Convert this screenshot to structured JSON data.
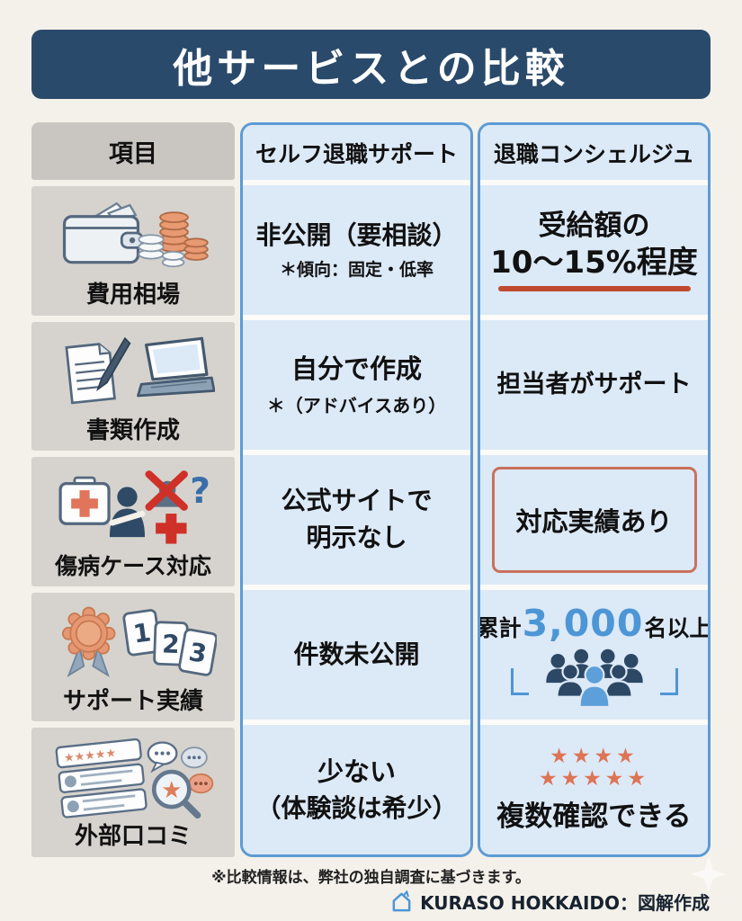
{
  "title": "他サービスとの比較",
  "table": {
    "item_header": "項目",
    "self_header": "セルフ退職サポート",
    "concierge_header": "退職コンシェルジュ",
    "rows": [
      {
        "item": "費用相場",
        "icon": "wallet-coins-icon",
        "self_main": "非公開（要相談）",
        "self_sub": "＊傾向：固定・低率",
        "concierge_line1": "受給額の",
        "concierge_line2": "10〜15%程度"
      },
      {
        "item": "書類作成",
        "icon": "document-laptop-icon",
        "self_main": "自分で作成",
        "self_sub": "＊（アドバイスあり）",
        "concierge_main": "担当者がサポート"
      },
      {
        "item": "傷病ケース対応",
        "icon": "injury-case-icon",
        "self_line1": "公式サイトで",
        "self_line2": "明示なし",
        "concierge_boxed": "対応実績あり"
      },
      {
        "item": "サポート実績",
        "icon": "award-count-icon",
        "self_main": "件数未公開",
        "concierge_prefix": "累計",
        "concierge_number": "3,000",
        "concierge_suffix": "名以上"
      },
      {
        "item": "外部口コミ",
        "icon": "reviews-icon",
        "self_line1": "少ない",
        "self_line2": "（体験談は希少）",
        "concierge_stars_top": "★★★★",
        "concierge_stars_bottom": "★★★★★",
        "concierge_main": "複数確認できる"
      }
    ]
  },
  "icon_glyphs": {
    "question_mark": "?",
    "card_numbers": [
      "1",
      "2",
      "3"
    ],
    "review_stars": "★★★★★",
    "magnifier_star": "★"
  },
  "footer": {
    "note": "※比較情報は、弊社の独自調査に基づきます。",
    "credit": "KURASO HOKKAIDO：図解作成"
  },
  "colors": {
    "title_bg": "#2a4a6b",
    "page_bg": "#f4f1ea",
    "column_border": "#5b9bd5",
    "cell_bg_blue": "#dce9f7",
    "cell_bg_gray": "#d6d3ce",
    "header_bg_gray": "#c9c6c1",
    "accent_blue": "#4d96d6",
    "star_salmon": "#dd7455",
    "underline_red": "#bf4a2f",
    "highlight_border": "#c9715a"
  }
}
